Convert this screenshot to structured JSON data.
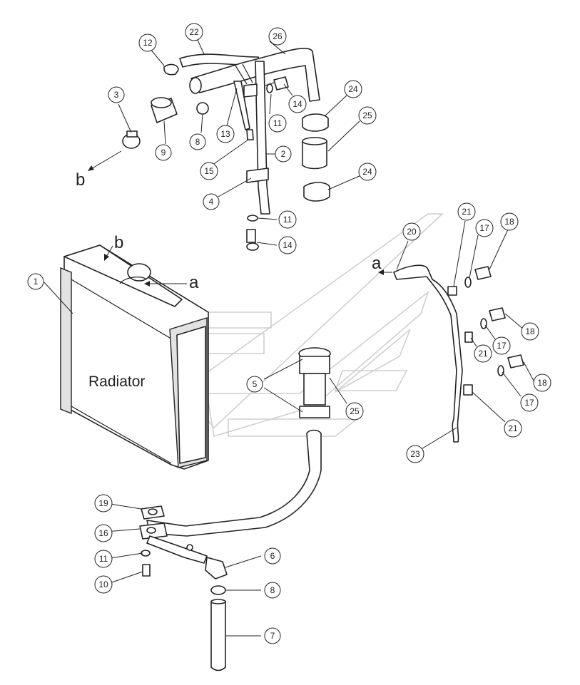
{
  "diagram": {
    "radiator_label": "Radiator",
    "view_labels": [
      "a",
      "b",
      "a",
      "b"
    ],
    "callouts": {
      "c1": "1",
      "c2": "2",
      "c3": "3",
      "c4": "4",
      "c5": "5",
      "c6": "6",
      "c7": "7",
      "c8a": "8",
      "c8b": "8",
      "c9": "9",
      "c10": "10",
      "c11a": "11",
      "c11b": "11",
      "c11c": "11",
      "c12": "12",
      "c13": "13",
      "c14a": "14",
      "c14b": "14",
      "c15": "15",
      "c16": "16",
      "c17a": "17",
      "c17b": "17",
      "c17c": "17",
      "c18a": "18",
      "c18b": "18",
      "c18c": "18",
      "c19": "19",
      "c20": "20",
      "c21a": "21",
      "c21b": "21",
      "c21c": "21",
      "c22": "22",
      "c23": "23",
      "c24a": "24",
      "c24b": "24",
      "c25a": "25",
      "c25b": "25",
      "c26": "26"
    }
  }
}
